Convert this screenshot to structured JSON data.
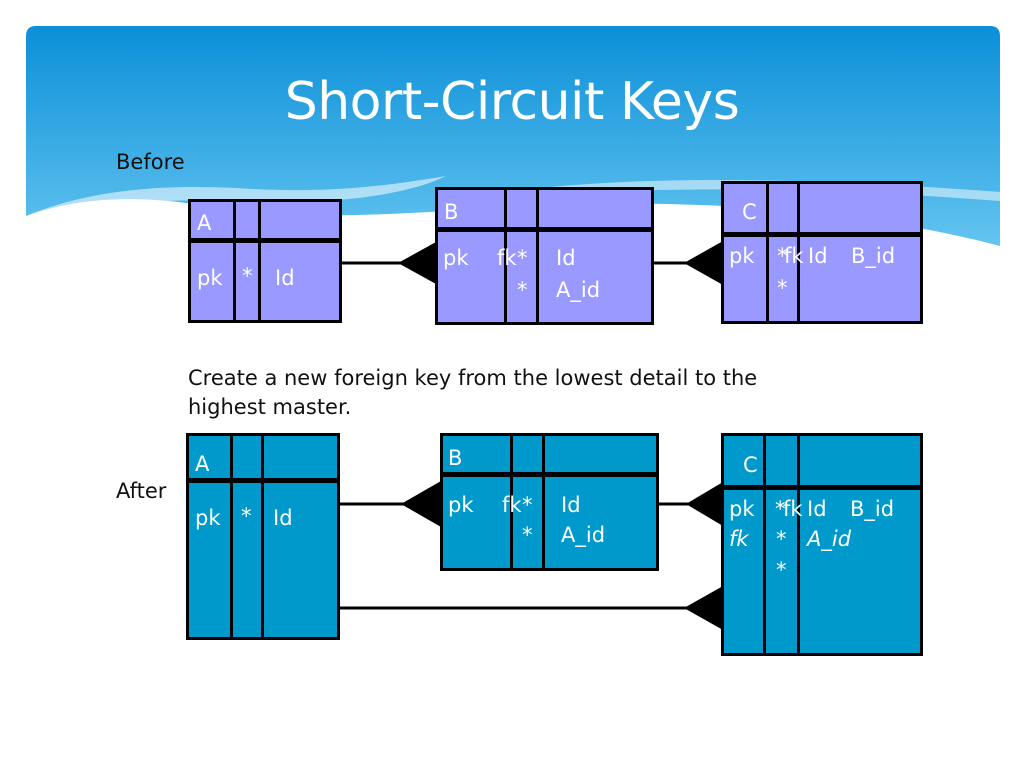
{
  "slide": {
    "title": "Short-Circuit Keys",
    "before_label": "Before",
    "after_label": "After",
    "caption": "Create a new foreign key from the lowest detail to the highest master."
  },
  "colors": {
    "banner_top": "#0b8fd8",
    "banner_bottom": "#5fc0ef",
    "before_entity": "#9999ff",
    "after_entity": "#0099cc",
    "text_on_entity": "#ffffff",
    "line": "#000000"
  },
  "before": {
    "a": {
      "name": "A",
      "r1": {
        "key": "pk",
        "mark": "*",
        "col": "Id"
      }
    },
    "b": {
      "name": "B",
      "r1": {
        "key": "pk",
        "fk": "fk",
        "mark": "*",
        "col": "Id"
      },
      "r2": {
        "mark": "*",
        "col": "A_id"
      }
    },
    "c": {
      "name": "C",
      "r1": {
        "key": "pk",
        "mark": "*",
        "fk": "fk",
        "col": "Id",
        "col2": "B_id"
      },
      "r2": {
        "mark": "*"
      }
    }
  },
  "after": {
    "a": {
      "name": "A",
      "r1": {
        "key": "pk",
        "mark": "*",
        "col": "Id"
      }
    },
    "b": {
      "name": "B",
      "r1": {
        "key": "pk",
        "fk": "fk",
        "mark": "*",
        "col": "Id"
      },
      "r2": {
        "mark": "*",
        "col": "A_id"
      }
    },
    "c": {
      "name": "C",
      "r1": {
        "key": "pk",
        "mark": "*",
        "fk": "fk",
        "col": "Id",
        "col2": "B_id"
      },
      "r2": {
        "key": "fk",
        "mark": "*",
        "col": "A_id"
      },
      "r3": {
        "mark": "*"
      }
    }
  },
  "relationships": [
    {
      "from": "before.b",
      "to": "before.a"
    },
    {
      "from": "before.c",
      "to": "before.b"
    },
    {
      "from": "after.b",
      "to": "after.a"
    },
    {
      "from": "after.c",
      "to": "after.b"
    },
    {
      "from": "after.c",
      "to": "after.a"
    }
  ]
}
